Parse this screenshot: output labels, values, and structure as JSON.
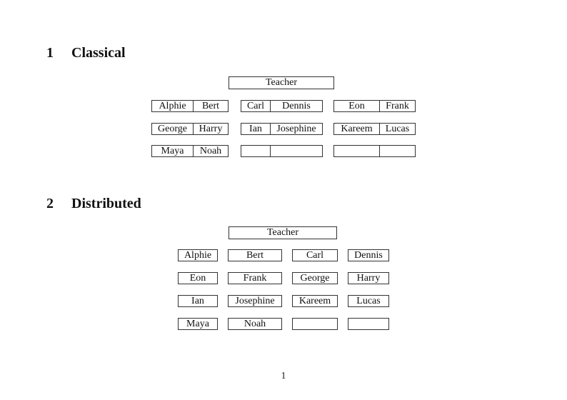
{
  "page_number": "1",
  "classical": {
    "section_number": "1",
    "section_title": "Classical",
    "teacher_label": "Teacher",
    "rows": [
      {
        "desks": [
          {
            "left": "Alphie",
            "right": "Bert"
          },
          {
            "left": "Carl",
            "right": "Dennis"
          },
          {
            "left": "Eon",
            "right": "Frank"
          }
        ]
      },
      {
        "desks": [
          {
            "left": "George",
            "right": "Harry"
          },
          {
            "left": "Ian",
            "right": "Josephine"
          },
          {
            "left": "Kareem",
            "right": "Lucas"
          }
        ]
      },
      {
        "desks": [
          {
            "left": "Maya",
            "right": "Noah"
          },
          {
            "left": "",
            "right": ""
          },
          {
            "left": "",
            "right": ""
          }
        ]
      }
    ]
  },
  "distributed": {
    "section_number": "2",
    "section_title": "Distributed",
    "teacher_label": "Teacher",
    "rows": [
      {
        "seats": [
          "Alphie",
          "Bert",
          "Carl",
          "Dennis"
        ]
      },
      {
        "seats": [
          "Eon",
          "Frank",
          "George",
          "Harry"
        ]
      },
      {
        "seats": [
          "Ian",
          "Josephine",
          "Kareem",
          "Lucas"
        ]
      },
      {
        "seats": [
          "Maya",
          "Noah",
          "",
          ""
        ]
      }
    ]
  }
}
